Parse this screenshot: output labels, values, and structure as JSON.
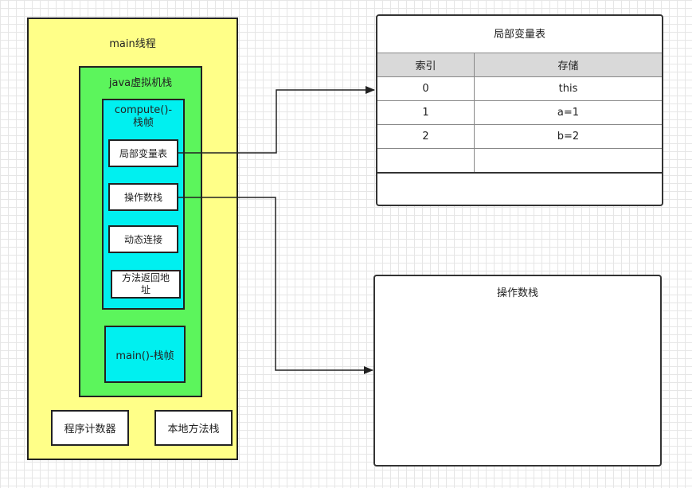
{
  "main_thread": {
    "title": "main线程"
  },
  "jvm_stack": {
    "title": "java虚拟机栈"
  },
  "compute_frame": {
    "title_line1": "compute()-",
    "title_line2": "栈帧",
    "items": {
      "local_vars": "局部变量表",
      "operand_stack": "操作数栈",
      "dynamic_linking": "动态连接",
      "return_address_line1": "方法返回地",
      "return_address_line2": "址"
    }
  },
  "main_frame": {
    "label": "main()-栈帧"
  },
  "program_counter": {
    "label": "程序计数器"
  },
  "native_stack": {
    "label": "本地方法栈"
  },
  "local_variable_table": {
    "title": "局部变量表",
    "headers": {
      "index": "索引",
      "storage": "存储"
    },
    "rows": [
      {
        "index": "0",
        "value": "this"
      },
      {
        "index": "1",
        "value": "a=1"
      },
      {
        "index": "2",
        "value": "b=2"
      },
      {
        "index": "",
        "value": ""
      }
    ]
  },
  "operand_stack_panel": {
    "title": "操作数栈"
  }
}
